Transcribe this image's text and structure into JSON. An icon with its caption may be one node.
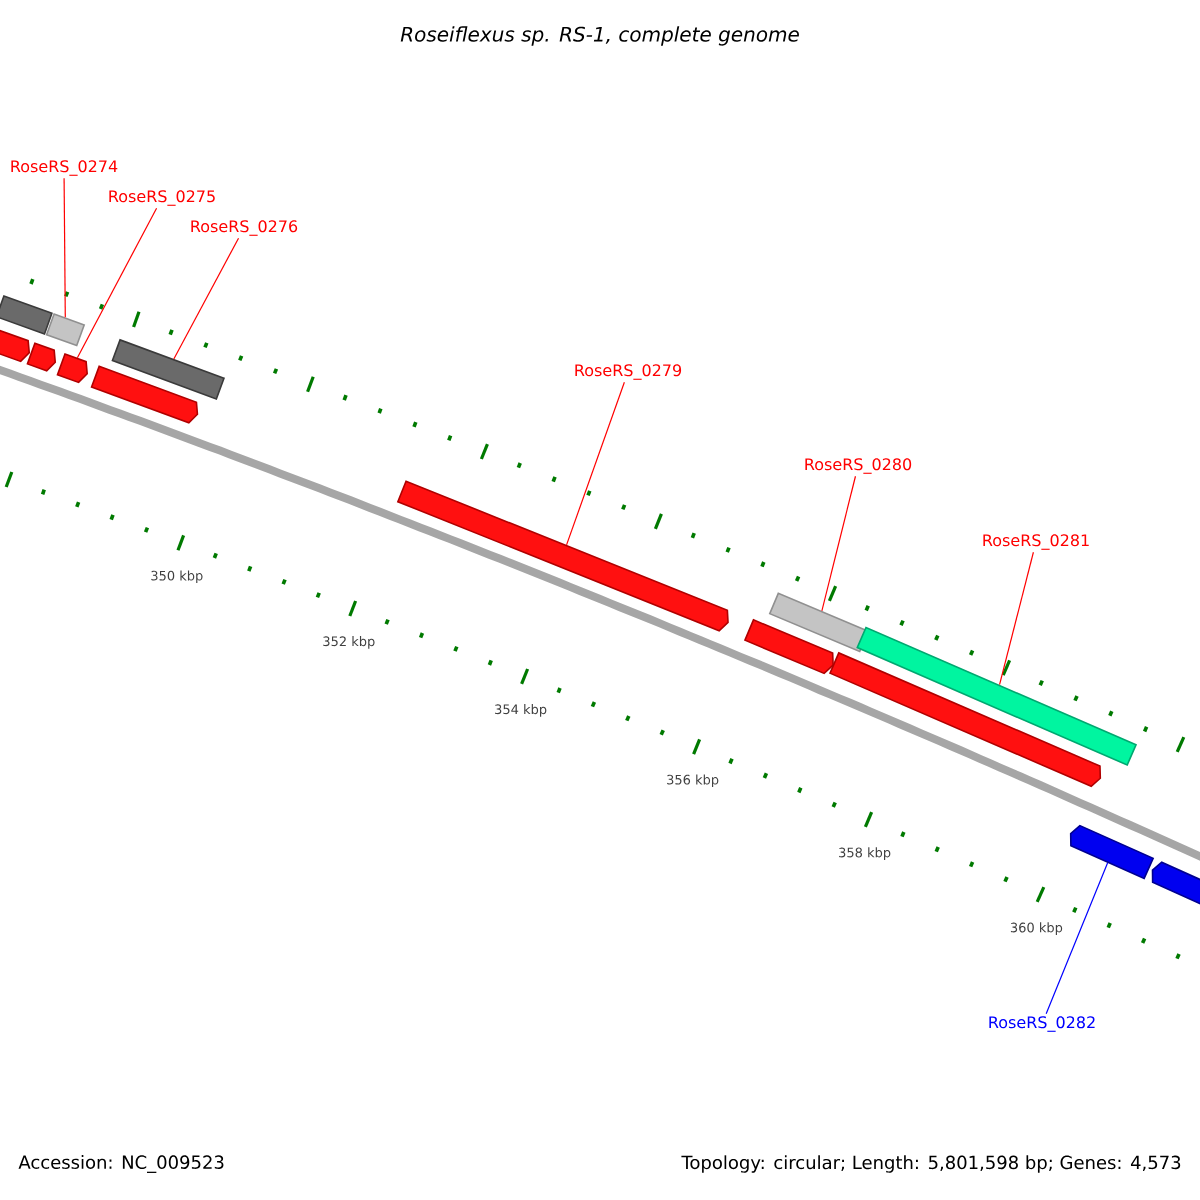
{
  "diagram": {
    "title": "Roseiflexus sp. RS-1, complete genome",
    "nodes": [
      {
        "text": [
          "RoseRS_0274"
        ]
      },
      {
        "text": [
          "RoseRS_0275"
        ]
      },
      {
        "text": [
          "RoseRS_0276"
        ]
      },
      {
        "text": [
          "RoseRS_0279"
        ]
      },
      {
        "text": [
          "RoseRS_0280"
        ]
      },
      {
        "text": [
          "RoseRS_0281"
        ]
      },
      {
        "text": [
          "RoseRS_0282"
        ]
      },
      {
        "text": [],
        "shape": "bar"
      },
      {
        "text": [],
        "shape": "bar"
      },
      {
        "text": [],
        "shape": "arrow"
      },
      {
        "text": [],
        "shape": "arrow"
      },
      {
        "text": [],
        "shape": "arrow"
      },
      {
        "text": [],
        "shape": "bar"
      },
      {
        "text": [],
        "shape": "arrow"
      },
      {
        "text": [],
        "shape": "arrow"
      },
      {
        "text": [],
        "shape": "arrow"
      },
      {
        "text": [],
        "shape": "bar"
      },
      {
        "text": [],
        "shape": "arrow"
      },
      {
        "text": [],
        "shape": "bar"
      },
      {
        "text": [],
        "shape": "arrow"
      },
      {
        "text": [],
        "shape": "arrow"
      }
    ],
    "edges": [
      {
        "from": 0,
        "to": 8,
        "arrow": "none"
      },
      {
        "from": 1,
        "to": 11,
        "arrow": "none"
      },
      {
        "from": 2,
        "to": 12,
        "arrow": "none"
      },
      {
        "from": 3,
        "to": 14,
        "arrow": "none"
      },
      {
        "from": 4,
        "to": 16,
        "arrow": "none"
      },
      {
        "from": 5,
        "to": 18,
        "arrow": "none"
      },
      {
        "from": 6,
        "to": 19,
        "arrow": "none",
        "color": "#0000ff"
      }
    ],
    "labels": [
      "350 kbp",
      "352 kbp",
      "354 kbp",
      "356 kbp",
      "358 kbp",
      "360 kbp",
      "Accession: NC_009523",
      "Topology: circular; Length: 5,801,598 bp; Genes: 4,573"
    ]
  }
}
